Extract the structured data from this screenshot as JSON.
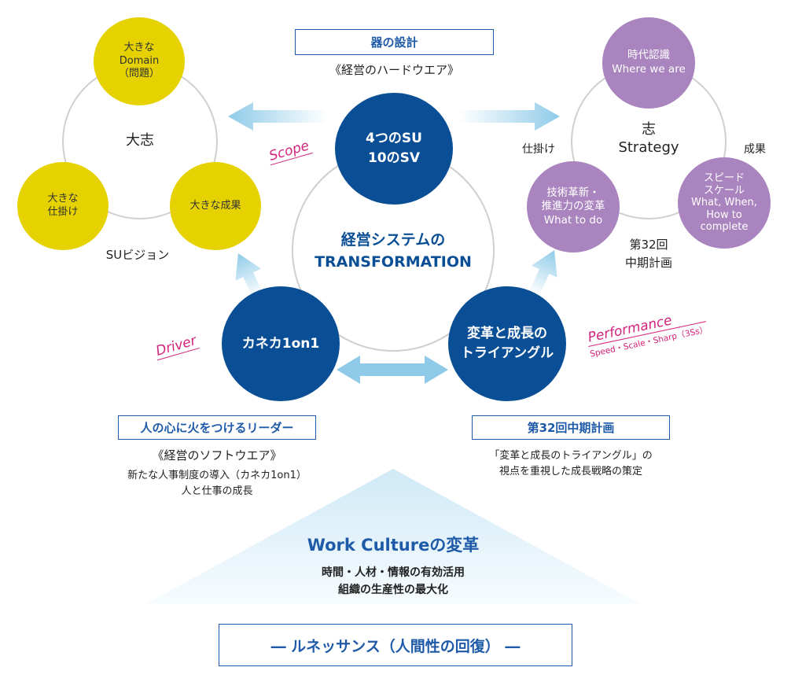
{
  "colors": {
    "navy": "#0a4f96",
    "yellow": "#e5d200",
    "purple": "#a984be",
    "pink": "#d3237b",
    "box_border": "#1e5aa8",
    "arrow": "#8fcbe8",
    "ring": "#cfcfcf"
  },
  "top": {
    "box_label": "器の設計",
    "sub_label": "《経営のハードウエア》"
  },
  "left_cluster": {
    "center_label": "大志",
    "caption": "SUビジョン",
    "circles": [
      {
        "lines": [
          "大きな",
          "Domain",
          "（問題）"
        ]
      },
      {
        "lines": [
          "大きな",
          "仕掛け"
        ]
      },
      {
        "lines": [
          "大きな成果"
        ]
      }
    ]
  },
  "right_cluster": {
    "center_lines": [
      "志",
      "Strategy"
    ],
    "left_label": "仕掛け",
    "right_label": "成果",
    "caption_lines": [
      "第32回",
      "中期計画"
    ],
    "circles": [
      {
        "lines": [
          "時代認識",
          "Where we are"
        ]
      },
      {
        "lines": [
          "技術革新・",
          "推進力の変革",
          "What to do"
        ]
      },
      {
        "lines": [
          "スピード",
          "スケール",
          "What, When,",
          "How to",
          "complete"
        ]
      }
    ]
  },
  "core": {
    "center_lines": [
      "経営システムの",
      "TRANSFORMATION"
    ],
    "top_circle_lines": [
      "4つのSU",
      "10のSV"
    ],
    "left_circle_label": "カネカ1on1",
    "right_circle_lines": [
      "変革と成長の",
      "トライアングル"
    ]
  },
  "tags": {
    "scope": "Scope",
    "driver": "Driver",
    "performance": "Performance",
    "performance_sub": "Speed・Scale・Sharp（3Ss）"
  },
  "left_bottom": {
    "box_label": "人の心に火をつけるリーダー",
    "sub_label": "《経営のソフトウエア》",
    "desc_lines": [
      "新たな人事制度の導入（カネカ1on1）",
      "人と仕事の成長"
    ]
  },
  "right_bottom": {
    "box_label": "第32回中期計画",
    "desc_lines": [
      "「変革と成長のトライアングル」の",
      "視点を重視した成長戦略の策定"
    ]
  },
  "culture": {
    "title": "Work Cultureの変革",
    "lines": [
      "時間・人材・情報の有効活用",
      "組織の生産性の最大化"
    ]
  },
  "bottom_box": {
    "label": "―  ルネッサンス（人間性の回復）  ―"
  }
}
